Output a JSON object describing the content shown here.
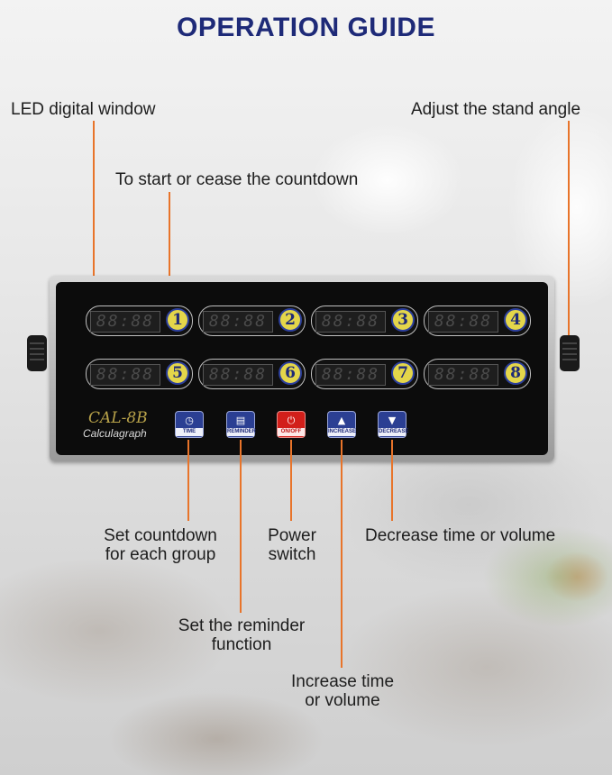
{
  "title": "OPERATION GUIDE",
  "labels": {
    "led_window": "LED digital window",
    "stand_angle": "Adjust the stand angle",
    "start_cease": "To start or cease the countdown",
    "set_countdown_1": "Set countdown",
    "set_countdown_2": "for each group",
    "power_1": "Power",
    "power_2": "switch",
    "decrease": "Decrease time or volume",
    "reminder_1": "Set the reminder",
    "reminder_2": "function",
    "increase_1": "Increase time",
    "increase_2": "or volume"
  },
  "device": {
    "model": "CAL-8B",
    "brand": "Calculagraph",
    "timers": [
      {
        "lcd": "88:88",
        "number": "1"
      },
      {
        "lcd": "88:88",
        "number": "2"
      },
      {
        "lcd": "88:88",
        "number": "3"
      },
      {
        "lcd": "88:88",
        "number": "4"
      },
      {
        "lcd": "88:88",
        "number": "5"
      },
      {
        "lcd": "88:88",
        "number": "6"
      },
      {
        "lcd": "88:88",
        "number": "7"
      },
      {
        "lcd": "88:88",
        "number": "8"
      }
    ],
    "buttons": {
      "time": "TIME",
      "reminder": "REMINDER",
      "onoff": "ON/OFF",
      "increase": "INCREASE",
      "decrease": "DECREASE"
    }
  },
  "colors": {
    "title": "#1e2a78",
    "leader_line": "#e8742a",
    "button_blue": "#2b3f93",
    "button_red": "#d21f1a",
    "timer_badge": "#e4d64a"
  }
}
